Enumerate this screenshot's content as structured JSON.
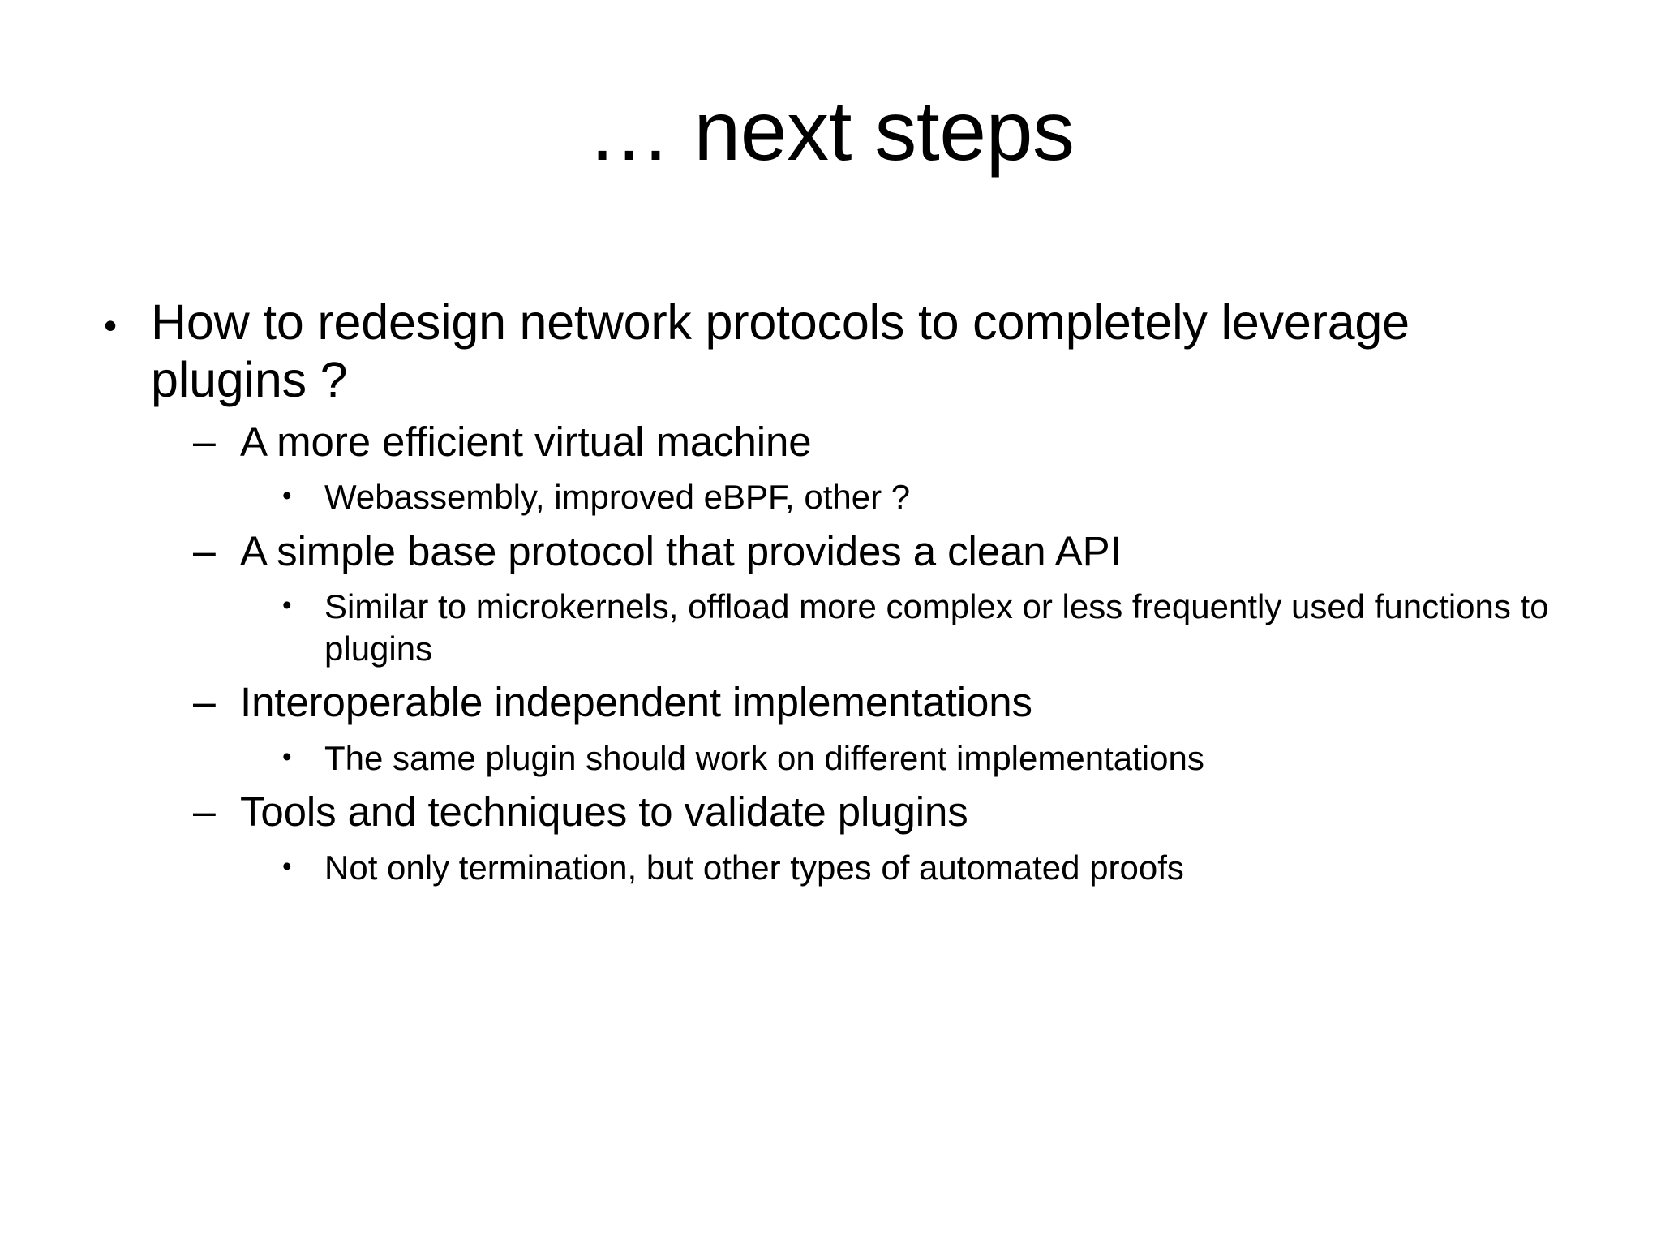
{
  "slide": {
    "background_color": "#ffffff",
    "text_color": "#000000",
    "title": "… next steps",
    "markers": {
      "level1": "•",
      "level2": "–",
      "level3": "•"
    },
    "content": [
      {
        "level": 1,
        "marker": "•",
        "text": "How to redesign network protocols to completely leverage plugins ?"
      },
      {
        "level": 2,
        "marker": "–",
        "text": "A more efficient virtual machine"
      },
      {
        "level": 3,
        "marker": "•",
        "text": "Webassembly, improved eBPF, other ?"
      },
      {
        "level": 2,
        "marker": "–",
        "text": "A simple base protocol that provides a clean API"
      },
      {
        "level": 3,
        "marker": "•",
        "text": "Similar to microkernels, offload more complex or less frequently used functions to plugins"
      },
      {
        "level": 2,
        "marker": "–",
        "text": "Interoperable independent implementations"
      },
      {
        "level": 3,
        "marker": "•",
        "text": "The same plugin should work on different implementations"
      },
      {
        "level": 2,
        "marker": "–",
        "text": "Tools and techniques to validate plugins"
      },
      {
        "level": 3,
        "marker": "•",
        "text": "Not only termination, but other types of automated proofs"
      }
    ]
  }
}
